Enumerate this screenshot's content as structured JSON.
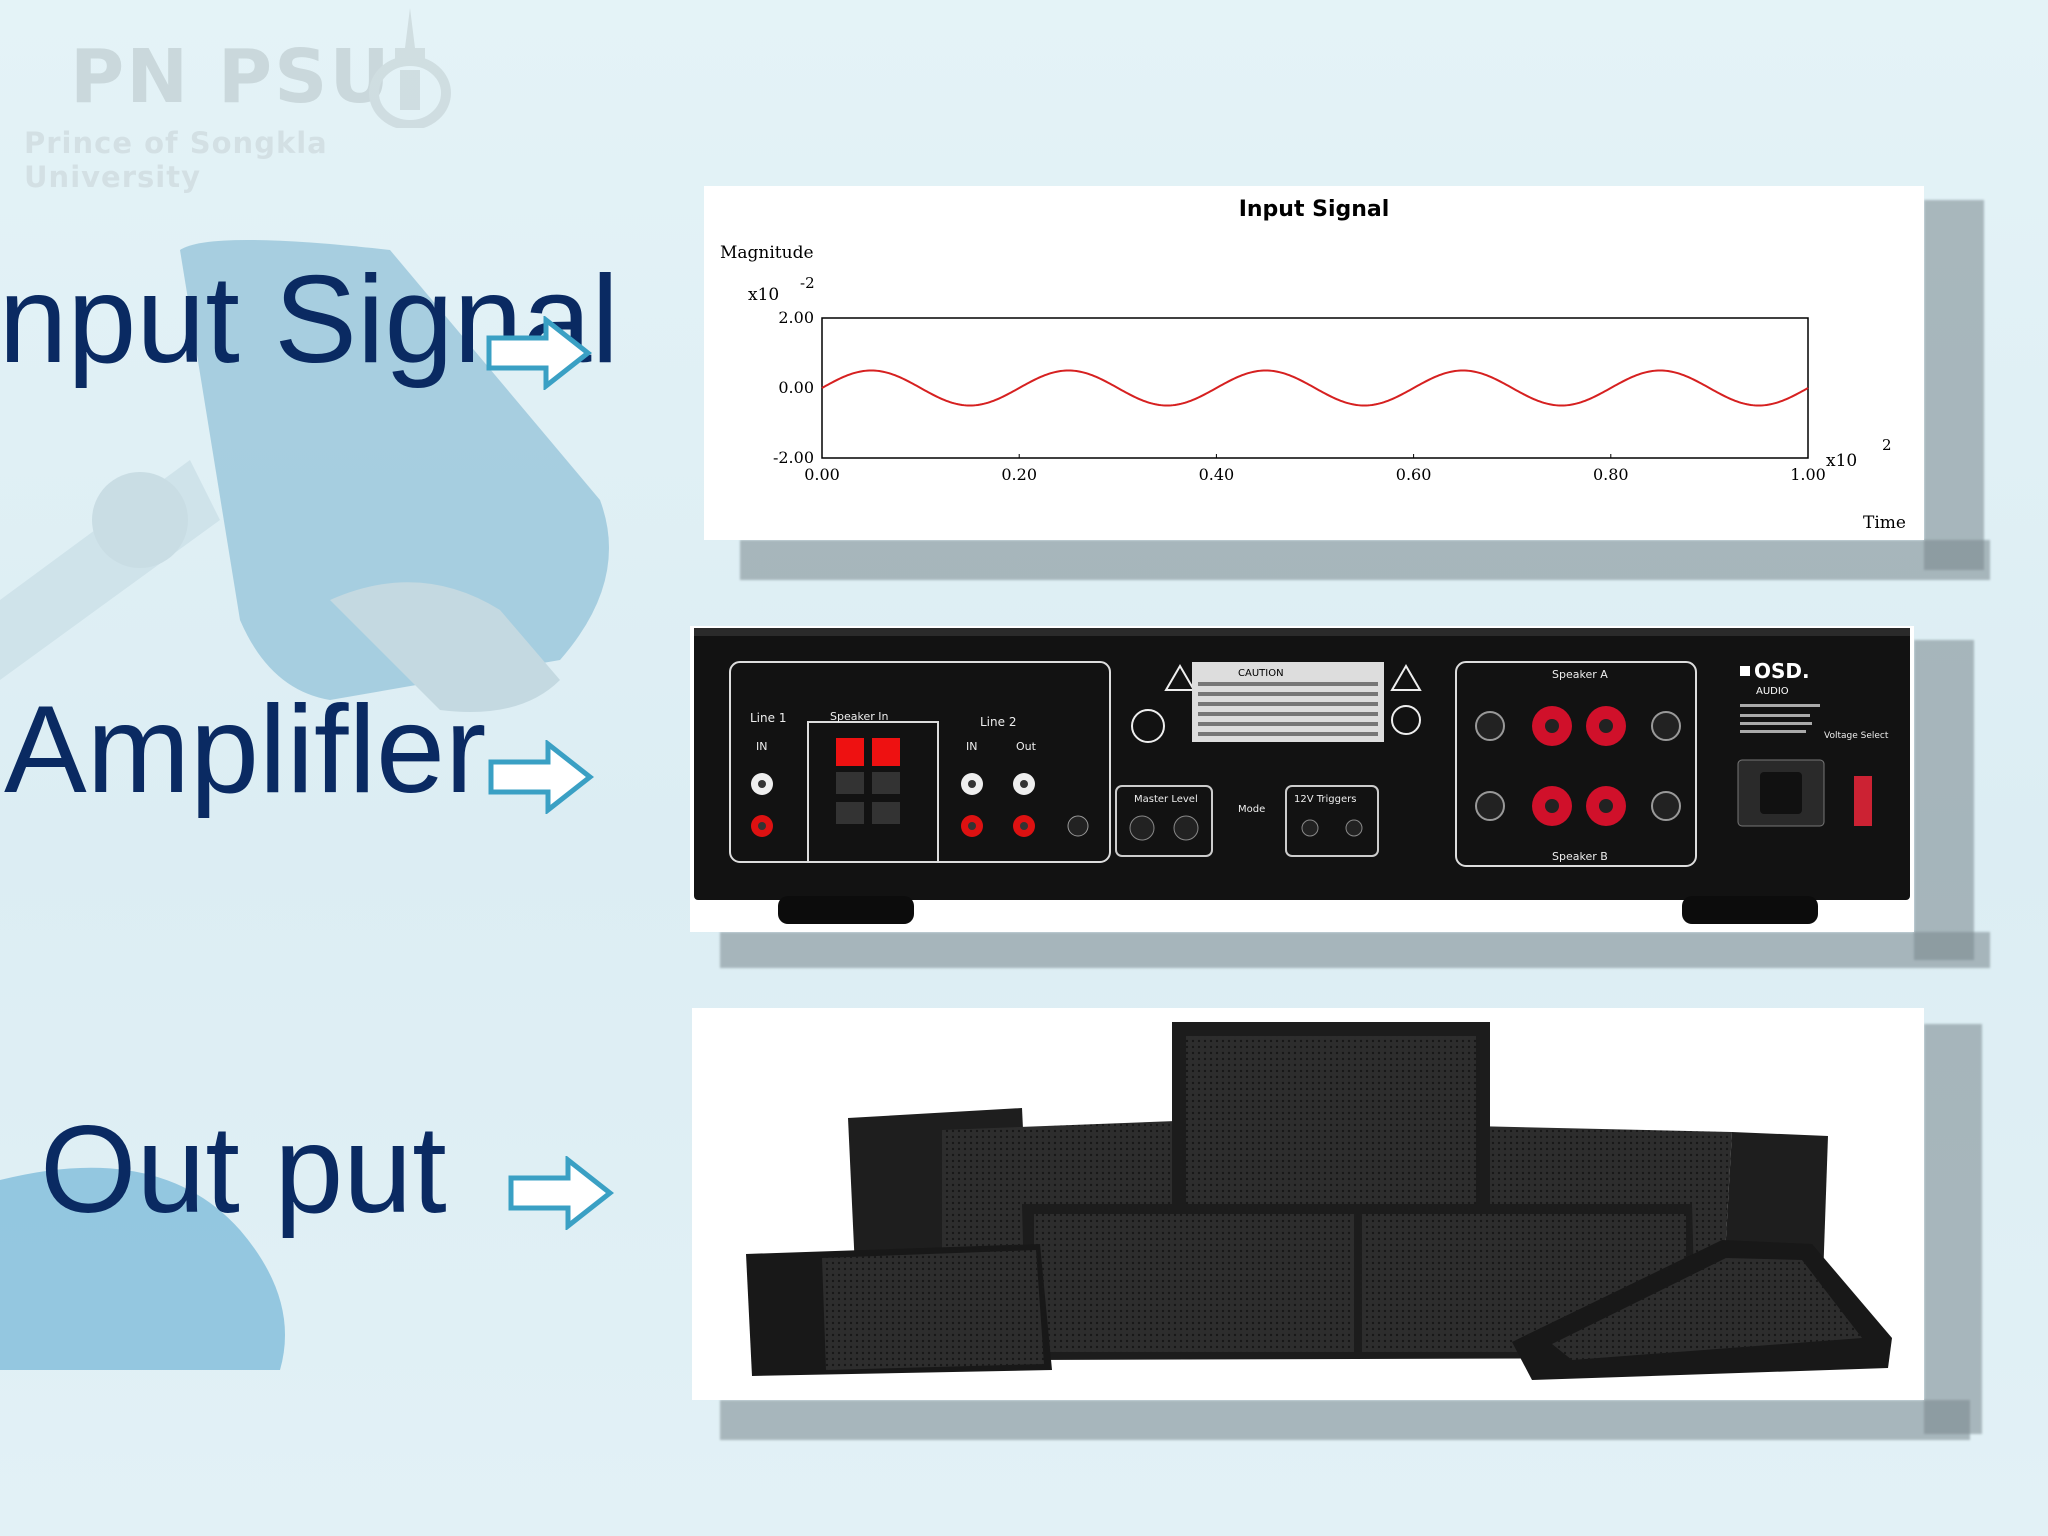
{
  "watermark": {
    "logo_main": "PN PSU",
    "logo_sub": "Prince of Songkla University"
  },
  "labels": {
    "input": "Input Signal",
    "amplifier": "Amplifler",
    "output": "Out put"
  },
  "amplifier_panel": {
    "brand": "OSD.",
    "brand_sub": "AUDIO",
    "caution": "CAUTION",
    "speaker_a": "Speaker A",
    "speaker_b": "Speaker B",
    "speaker_in": "Speaker In",
    "line1": "Line 1",
    "line2": "Line 2",
    "master_level": "Master Level",
    "mode": "Mode",
    "triggers": "12V Triggers",
    "in_label": "IN",
    "out_label": "Out",
    "voltage": "Voltage Select"
  },
  "colors": {
    "label_text": "#0a2a62",
    "arrow": "#3aa0c4",
    "signal": "#d62020"
  },
  "chart_data": {
    "type": "line",
    "title": "Input Signal",
    "ylabel": "Magnitude",
    "xlabel": "Time",
    "y_multiplier": "x10",
    "y_exponent": "-2",
    "x_multiplier": "x10",
    "x_exponent": "2",
    "xlim": [
      0.0,
      1.0
    ],
    "ylim": [
      -2.0,
      2.0
    ],
    "xticks": [
      "0.00",
      "0.20",
      "0.40",
      "0.60",
      "0.80",
      "1.00"
    ],
    "yticks": [
      "2.00",
      "0.00",
      "-2.00"
    ],
    "series": [
      {
        "waveform": "sine",
        "amplitude": 0.5,
        "cycles": 5,
        "phase_start_x": 0.0
      }
    ]
  }
}
